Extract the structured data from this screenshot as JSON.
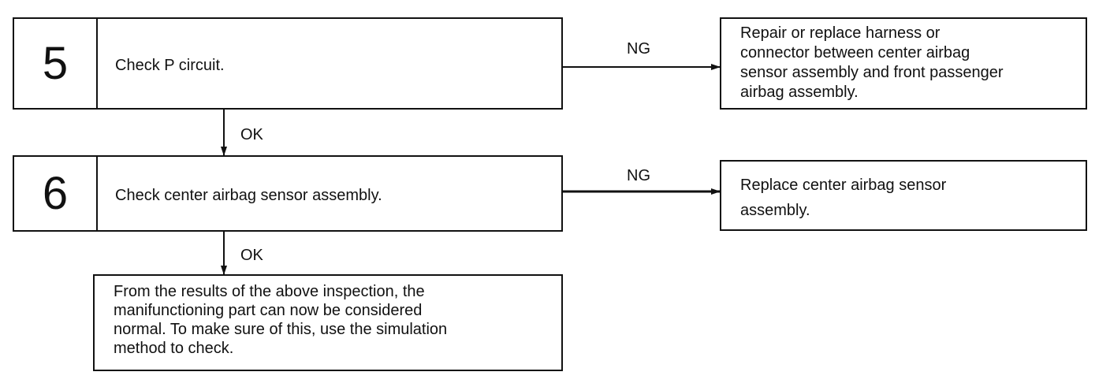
{
  "steps": [
    {
      "number": "5",
      "text": "Check P circuit."
    },
    {
      "number": "6",
      "text": "Check center airbag sensor assembly."
    }
  ],
  "results": [
    {
      "lines": [
        "Repair or replace harness or",
        "connector between center airbag",
        "sensor assembly and front passenger",
        "airbag assembly."
      ]
    },
    {
      "lines": [
        "Replace center airbag sensor",
        "assembly."
      ]
    }
  ],
  "final": {
    "lines": [
      "From the results of the above inspection, the",
      "manifunctioning part can now be considered",
      "normal. To make sure of this, use the simulation",
      "method to check."
    ]
  },
  "branch_labels": {
    "ng": "NG",
    "ok": "OK"
  }
}
